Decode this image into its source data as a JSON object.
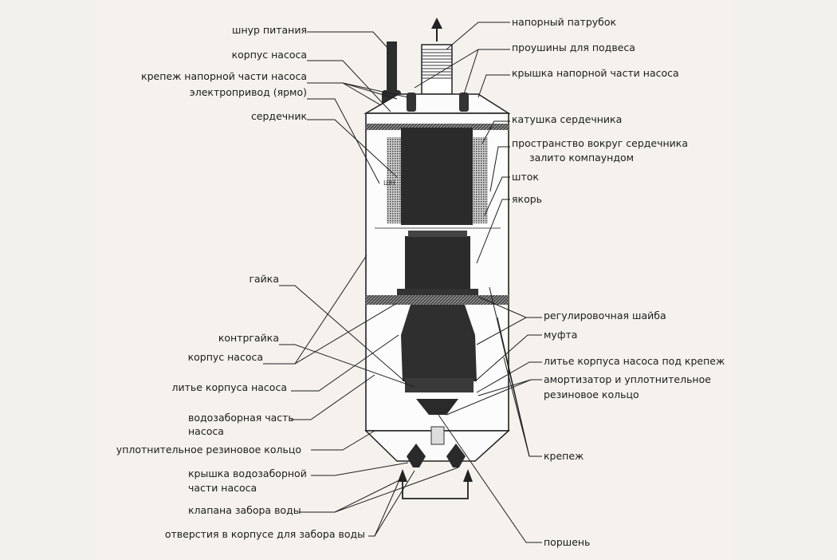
{
  "labels": {
    "napornyi_patrubok": "напорный патрубок",
    "shnur_pitaniya": "шнур питания",
    "proushiny": "проушины для подвеса",
    "korpus_nasosa_top": "корпус насоса",
    "kryshka_napornoi": "крышка напорной части насоса",
    "krepezh_napornoi": "крепеж напорной части насоса",
    "elektroprivod": "электропривод (ярмо)",
    "katushka": "катушка сердечника",
    "serdechnik": "сердечник",
    "prostranstvo_1": "пространство вокруг сердечника",
    "prostranstvo_2": "залито компаундом",
    "shtok": "шток",
    "yakor": "якорь",
    "gaika": "гайка",
    "reg_shaiba": "регулировочная шайба",
    "mufta": "муфта",
    "kontrgaika": "контргайка",
    "korpus_nasosa_mid": "корпус насоса",
    "lite_pod_krepezh": "литье корпуса насоса под крепеж",
    "amortizator_1": "амортизатор и уплотнительное",
    "amortizator_2": "резиновое кольцо",
    "lite_korpusa": "литье корпуса насоса",
    "vodozabornaya_1": "водозаборная часть",
    "vodozabornaya_2": "насоса",
    "uplotnitelnoe": "уплотнительное резиновое кольцо",
    "kryshka_vodozabornoi_1": "крышка водозаборной",
    "kryshka_vodozabornoi_2": "части насоса",
    "krepezh": "крепеж",
    "klapana": "клапана забора воды",
    "otverstiya": "отверстия в корпусе для забора воды",
    "porshen": "поршень",
    "sh_mark": "ШН"
  }
}
